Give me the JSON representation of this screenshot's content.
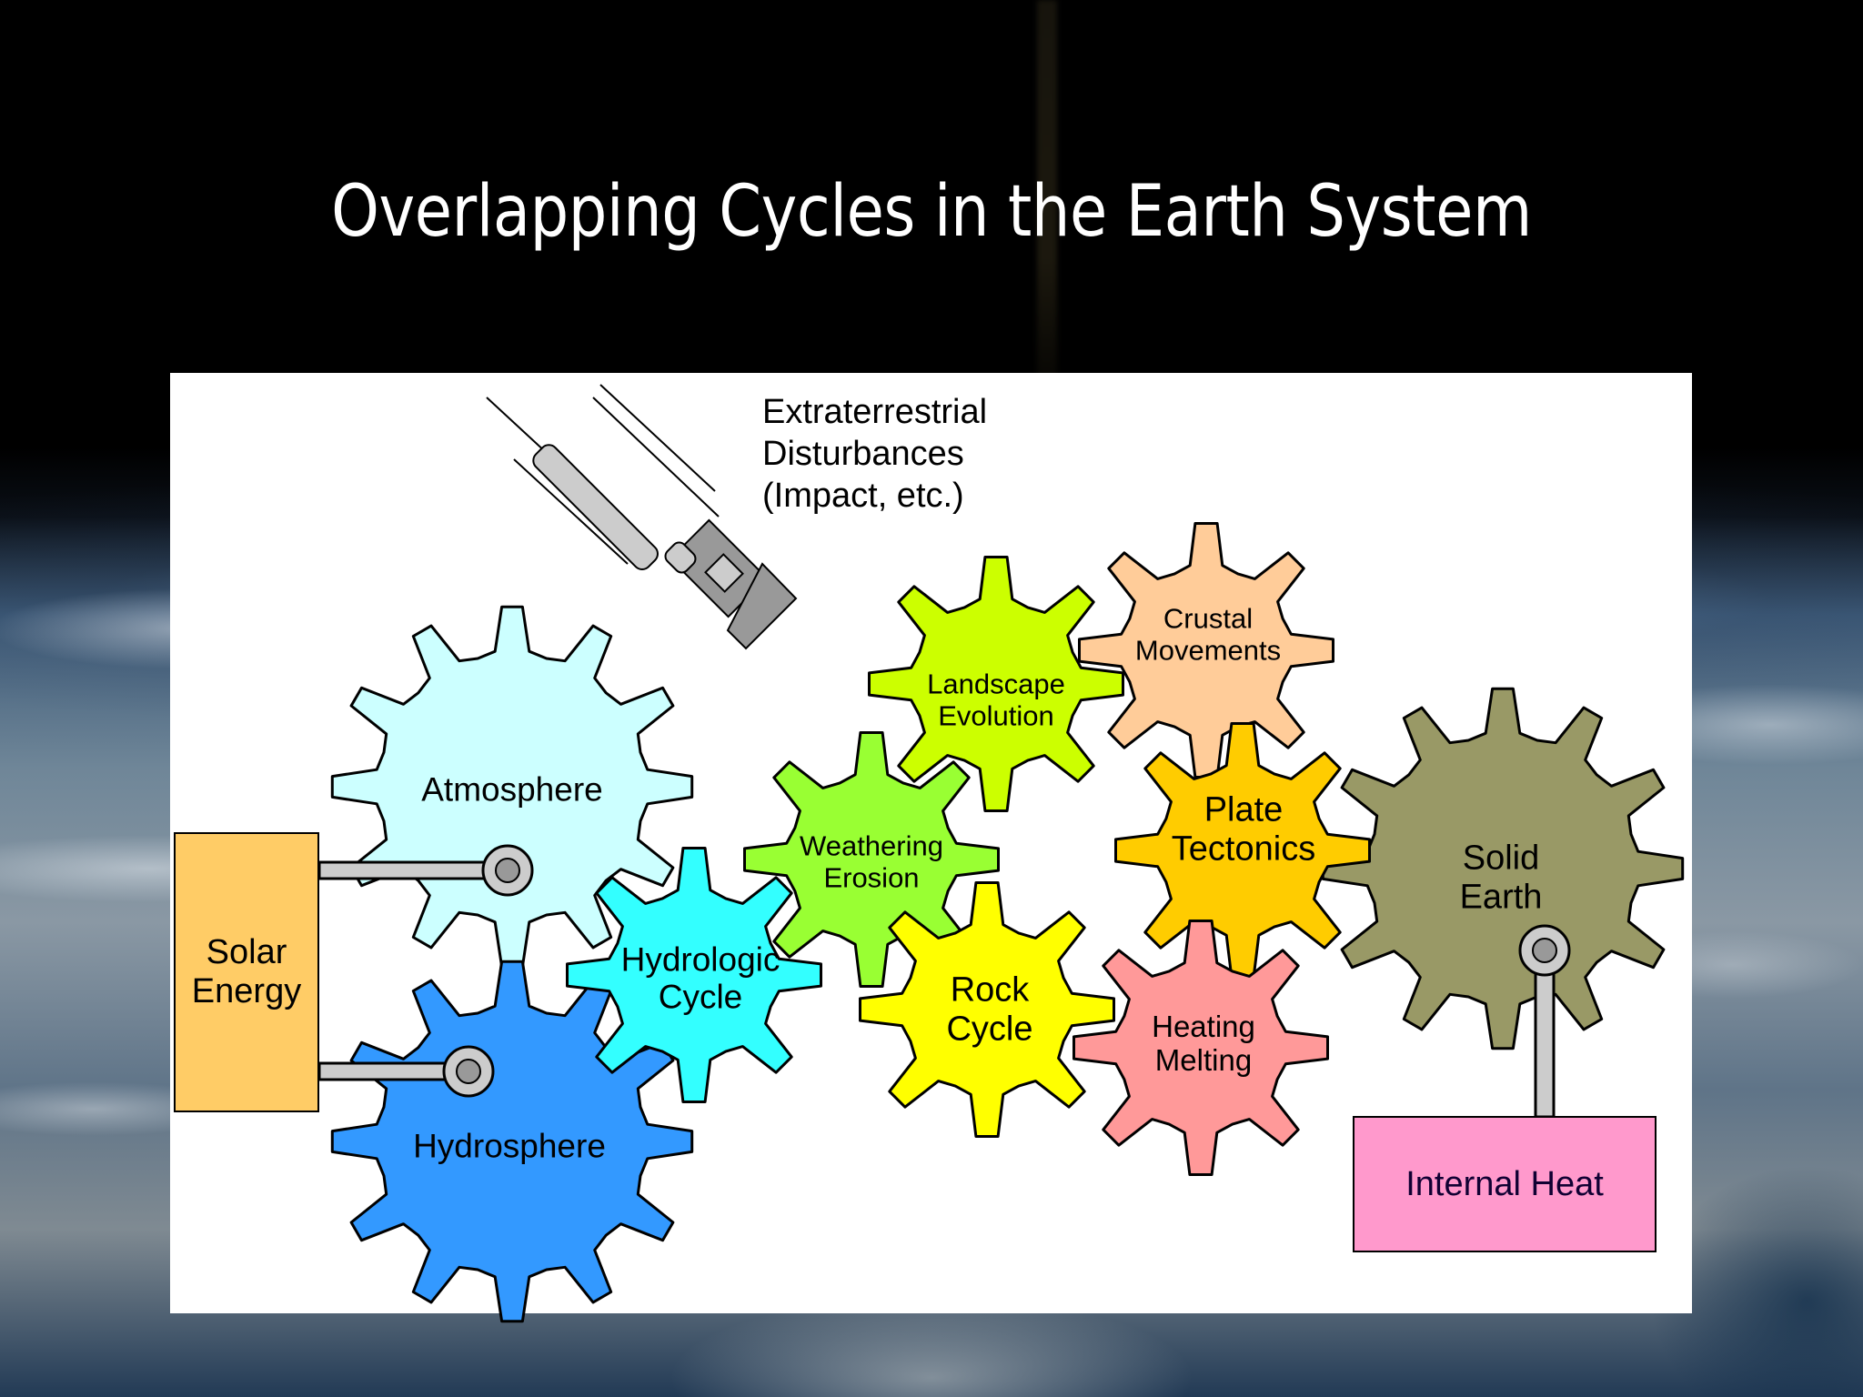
{
  "slide": {
    "title": "Overlapping Cycles in the Earth System"
  },
  "diagram": {
    "extraterrestrial": {
      "label": "Extraterrestrial\nDisturbances\n(Impact, etc.)",
      "icon": "wrench-icon"
    },
    "energy_sources": [
      {
        "id": "solar-energy",
        "label": "Solar\nEnergy",
        "color": "#ffcc66"
      },
      {
        "id": "internal-heat",
        "label": "Internal Heat",
        "color": "#ff99cc"
      }
    ],
    "gears": [
      {
        "id": "atmosphere",
        "label": "Atmosphere",
        "color": "#ccffff",
        "teeth": 12
      },
      {
        "id": "hydrosphere",
        "label": "Hydrosphere",
        "color": "#3399ff",
        "teeth": 12
      },
      {
        "id": "hydrologic-cycle",
        "label": "Hydrologic\nCycle",
        "color": "#33ffff",
        "teeth": 8
      },
      {
        "id": "weathering-erosion",
        "label": "Weathering\nErosion",
        "color": "#99ff33",
        "teeth": 8
      },
      {
        "id": "landscape-evolution",
        "label": "Landscape\nEvolution",
        "color": "#ccff00",
        "teeth": 8
      },
      {
        "id": "crustal-movements",
        "label": "Crustal\nMovements",
        "color": "#ffcc99",
        "teeth": 8
      },
      {
        "id": "plate-tectonics",
        "label": "Plate\nTectonics",
        "color": "#ffcc00",
        "teeth": 8
      },
      {
        "id": "rock-cycle",
        "label": "Rock\nCycle",
        "color": "#ffff00",
        "teeth": 8
      },
      {
        "id": "heating-melting",
        "label": "Heating\nMelting",
        "color": "#ff9999",
        "teeth": 8
      },
      {
        "id": "solid-earth",
        "label": "Solid\nEarth",
        "color": "#999966",
        "teeth": 12
      }
    ],
    "connections": [
      {
        "from": "solar-energy",
        "to": "atmosphere"
      },
      {
        "from": "solar-energy",
        "to": "hydrosphere"
      },
      {
        "from": "internal-heat",
        "to": "solid-earth"
      }
    ]
  }
}
